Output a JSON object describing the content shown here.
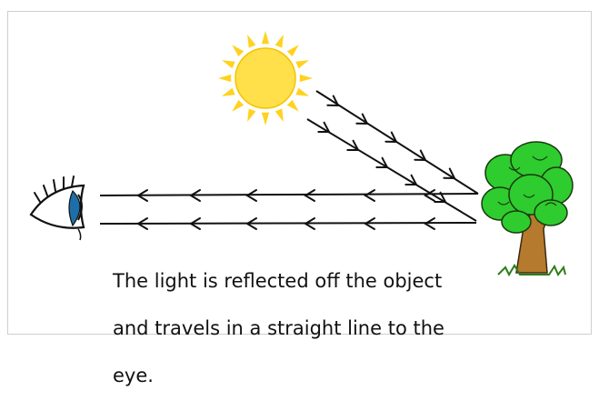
{
  "caption": {
    "line1": "The light is reflected off the object",
    "line2": "and travels in a straight line to the",
    "line3": "eye."
  },
  "colors": {
    "sun_core": "#FFE04A",
    "sun_rays": "#FFD21F",
    "ray_line": "#111111",
    "leaves": "#2ECC2E",
    "trunk": "#B57A2E",
    "grass": "#2E7D1A",
    "eye_iris": "#1E6FA8",
    "frame_border": "#cfcfcf"
  },
  "icons": {
    "sun": "sun-icon",
    "tree": "tree-icon",
    "eye": "eye-icon"
  }
}
